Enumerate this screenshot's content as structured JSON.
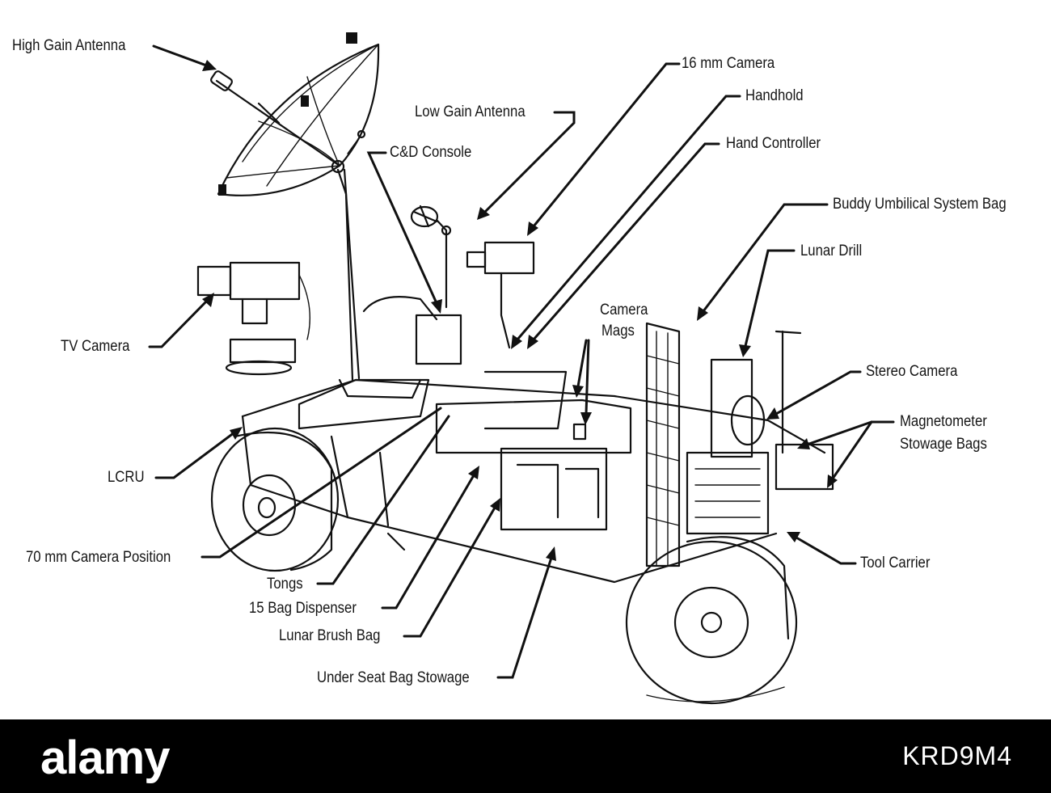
{
  "labels": {
    "high_gain_antenna": "High Gain Antenna",
    "camera_16mm": "16 mm Camera",
    "handhold": "Handhold",
    "low_gain_antenna": "Low Gain Antenna",
    "cd_console": "C&D Console",
    "hand_controller": "Hand Controller",
    "buddy_umbilical": "Buddy Umbilical System Bag",
    "lunar_drill": "Lunar Drill",
    "camera_mags_line1": "Camera",
    "camera_mags_line2": "Mags",
    "tv_camera": "TV Camera",
    "stereo_camera": "Stereo Camera",
    "magnetometer_line1": "Magnetometer",
    "magnetometer_line2": "Stowage Bags",
    "lcru": "LCRU",
    "camera_70mm": "70 mm Camera Position",
    "tool_carrier": "Tool Carrier",
    "tongs": "Tongs",
    "bag_dispenser": "15 Bag Dispenser",
    "lunar_brush_bag": "Lunar Brush Bag",
    "under_seat": "Under Seat Bag Stowage"
  },
  "watermark": {
    "logo": "alamy",
    "image_id": "KRD9M4"
  },
  "colors": {
    "ink": "#111111",
    "background": "#ffffff",
    "watermark_bar": "#000000"
  }
}
